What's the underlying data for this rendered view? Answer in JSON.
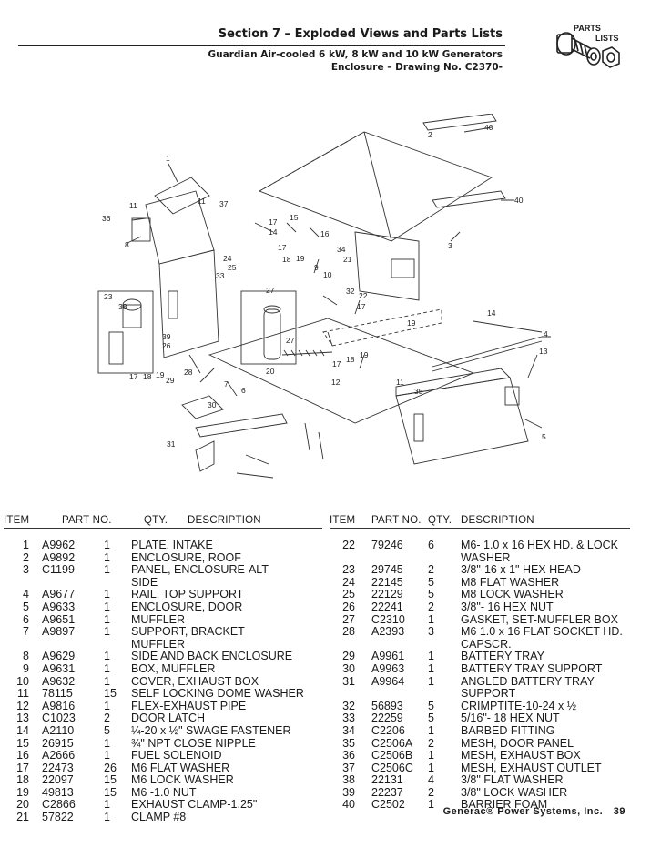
{
  "header": {
    "section_title": "Section 7 – Exploded Views and Parts Lists",
    "subtitle_line1": "Guardian Air-cooled 6 kW, 8 kW and 10 kW Generators",
    "subtitle_line2": "Enclosure – Drawing No. C2370-"
  },
  "logo": {
    "line1": "PARTS",
    "line2": "LISTS",
    "icon": "bolt-and-nut-icon"
  },
  "drawing": {
    "callouts": [
      "1",
      "2",
      "3",
      "4",
      "5",
      "6",
      "7",
      "8",
      "9",
      "10",
      "11",
      "11",
      "11",
      "12",
      "13",
      "14",
      "14",
      "15",
      "16",
      "17",
      "17",
      "17",
      "17",
      "17",
      "18",
      "18",
      "18",
      "19",
      "19",
      "19",
      "19",
      "20",
      "21",
      "22",
      "23",
      "24",
      "25",
      "26",
      "27",
      "27",
      "28",
      "29",
      "30",
      "31",
      "32",
      "33",
      "34",
      "35",
      "36",
      "37",
      "38",
      "39",
      "40",
      "40"
    ]
  },
  "table_headers": {
    "item": "ITEM",
    "part_no": "PART NO.",
    "qty": "QTY.",
    "description": "DESCRIPTION"
  },
  "left_rows": [
    {
      "item": "1",
      "part": "A9962",
      "qty": "1",
      "desc": "PLATE, INTAKE"
    },
    {
      "item": "2",
      "part": "A9892",
      "qty": "1",
      "desc": "ENCLOSURE, ROOF"
    },
    {
      "item": "3",
      "part": "C1199",
      "qty": "1",
      "desc": "PANEL, ENCLOSURE-ALT"
    },
    {
      "item": "",
      "part": "",
      "qty": "",
      "desc": "SIDE"
    },
    {
      "item": "4",
      "part": "A9677",
      "qty": "1",
      "desc": "RAIL, TOP SUPPORT"
    },
    {
      "item": "5",
      "part": "A9633",
      "qty": "1",
      "desc": "ENCLOSURE, DOOR"
    },
    {
      "item": "6",
      "part": "A9651",
      "qty": "1",
      "desc": "MUFFLER"
    },
    {
      "item": "7",
      "part": "A9897",
      "qty": "1",
      "desc": "SUPPORT, BRACKET"
    },
    {
      "item": "",
      "part": "",
      "qty": "",
      "desc": "MUFFLER"
    },
    {
      "item": "8",
      "part": "A9629",
      "qty": "1",
      "desc": "SIDE AND BACK ENCLOSURE"
    },
    {
      "item": "9",
      "part": "A9631",
      "qty": "1",
      "desc": "BOX, MUFFLER"
    },
    {
      "item": "10",
      "part": "A9632",
      "qty": "1",
      "desc": "COVER, EXHAUST BOX"
    },
    {
      "item": "11",
      "part": "78115",
      "qty": "15",
      "desc": "SELF LOCKING DOME WASHER"
    },
    {
      "item": "12",
      "part": "A9816",
      "qty": "1",
      "desc": "FLEX-EXHAUST PIPE"
    },
    {
      "item": "13",
      "part": "C1023",
      "qty": "2",
      "desc": "DOOR LATCH"
    },
    {
      "item": "14",
      "part": "A2110",
      "qty": "5",
      "desc": "¼-20 x ½\" SWAGE FASTENER"
    },
    {
      "item": "15",
      "part": "26915",
      "qty": "1",
      "desc": "¾\" NPT CLOSE NIPPLE"
    },
    {
      "item": "16",
      "part": "A2666",
      "qty": "1",
      "desc": "FUEL SOLENOID"
    },
    {
      "item": "17",
      "part": "22473",
      "qty": "26",
      "desc": "M6 FLAT WASHER"
    },
    {
      "item": "18",
      "part": "22097",
      "qty": "15",
      "desc": "M6 LOCK WASHER"
    },
    {
      "item": "19",
      "part": "49813",
      "qty": "15",
      "desc": "M6 -1.0 NUT"
    },
    {
      "item": "20",
      "part": "C2866",
      "qty": "1",
      "desc": "EXHAUST CLAMP-1.25\""
    },
    {
      "item": "21",
      "part": "57822",
      "qty": "1",
      "desc": "CLAMP #8"
    }
  ],
  "right_rows": [
    {
      "item": "22",
      "part": "79246",
      "qty": "6",
      "desc": "M6- 1.0 x 16 HEX HD. & LOCK"
    },
    {
      "item": "",
      "part": "",
      "qty": "",
      "desc": "WASHER"
    },
    {
      "item": "23",
      "part": "29745",
      "qty": "2",
      "desc": "3/8\"-16 x 1\" HEX HEAD"
    },
    {
      "item": "24",
      "part": "22145",
      "qty": "5",
      "desc": "M8 FLAT WASHER"
    },
    {
      "item": "25",
      "part": "22129",
      "qty": "5",
      "desc": "M8 LOCK WASHER"
    },
    {
      "item": "26",
      "part": "22241",
      "qty": "2",
      "desc": "3/8\"- 16 HEX NUT"
    },
    {
      "item": "27",
      "part": "C2310",
      "qty": "1",
      "desc": "GASKET, SET-MUFFLER BOX"
    },
    {
      "item": "28",
      "part": "A2393",
      "qty": "3",
      "desc": "M6 1.0 x 16 FLAT SOCKET HD."
    },
    {
      "item": "",
      "part": "",
      "qty": "",
      "desc": "CAPSCR."
    },
    {
      "item": "29",
      "part": "A9961",
      "qty": "1",
      "desc": "BATTERY TRAY"
    },
    {
      "item": "30",
      "part": "A9963",
      "qty": "1",
      "desc": "BATTERY TRAY SUPPORT"
    },
    {
      "item": "31",
      "part": "A9964",
      "qty": "1",
      "desc": "ANGLED BATTERY TRAY"
    },
    {
      "item": "",
      "part": "",
      "qty": "",
      "desc": "SUPPORT"
    },
    {
      "item": "32",
      "part": "56893",
      "qty": "5",
      "desc": "CRIMPTITE-10-24 x ½"
    },
    {
      "item": "33",
      "part": "22259",
      "qty": "5",
      "desc": "5/16\"- 18 HEX NUT"
    },
    {
      "item": "34",
      "part": "C2206",
      "qty": "1",
      "desc": "BARBED FITTING"
    },
    {
      "item": "35",
      "part": "C2506A",
      "qty": "2",
      "desc": "MESH, DOOR PANEL"
    },
    {
      "item": "36",
      "part": "C2506B",
      "qty": "1",
      "desc": "MESH, EXHAUST BOX"
    },
    {
      "item": "37",
      "part": "C2506C",
      "qty": "1",
      "desc": "MESH, EXHAUST OUTLET"
    },
    {
      "item": "38",
      "part": "22131",
      "qty": "4",
      "desc": "3/8\" FLAT WASHER"
    },
    {
      "item": "39",
      "part": "22237",
      "qty": "2",
      "desc": "3/8\" LOCK WASHER"
    },
    {
      "item": "40",
      "part": "C2502",
      "qty": "1",
      "desc": "BARRIER FOAM"
    }
  ],
  "footer": {
    "text": "Generac® Power Systems, Inc.",
    "page": "39"
  }
}
